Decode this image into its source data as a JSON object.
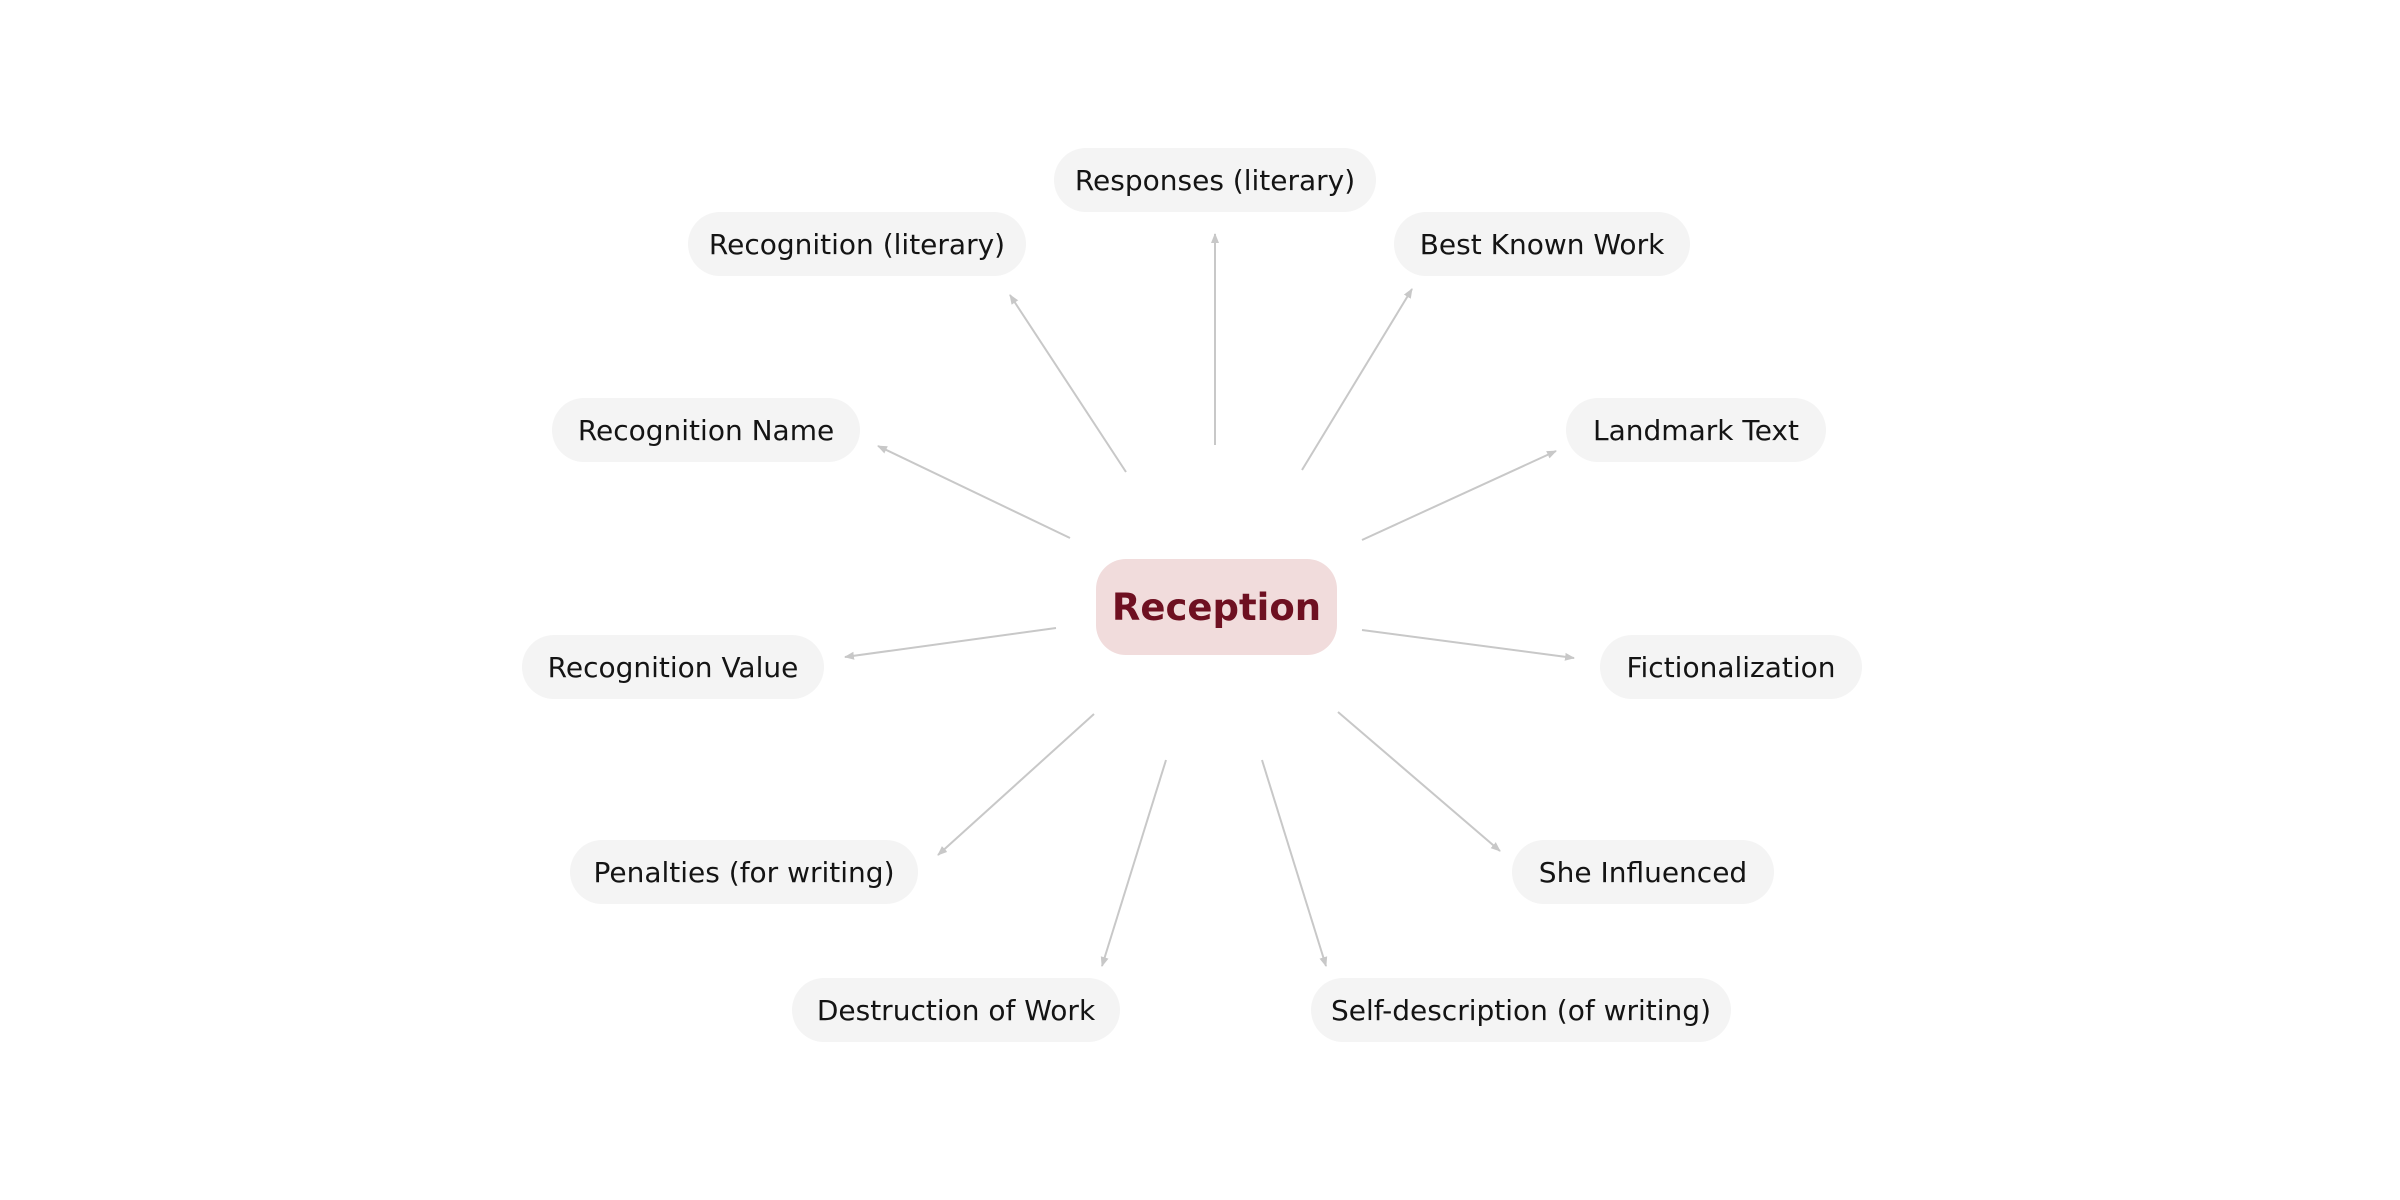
{
  "diagram": {
    "center": {
      "label": "Reception"
    },
    "nodes": [
      {
        "label": "Responses (literary)"
      },
      {
        "label": "Best Known Work"
      },
      {
        "label": "Recognition (literary)"
      },
      {
        "label": "Landmark Text"
      },
      {
        "label": "Recognition Name"
      },
      {
        "label": "Fictionalization"
      },
      {
        "label": "Recognition Value"
      },
      {
        "label": "She Influenced"
      },
      {
        "label": "Penalties (for writing)"
      },
      {
        "label": "Self-description (of writing)"
      },
      {
        "label": "Destruction of Work"
      }
    ]
  },
  "colors": {
    "center_fill": "#f1dcdc",
    "center_text": "#6e1021",
    "node_fill": "#f4f4f4",
    "node_text": "#141414",
    "edge": "#c8c8c8"
  }
}
